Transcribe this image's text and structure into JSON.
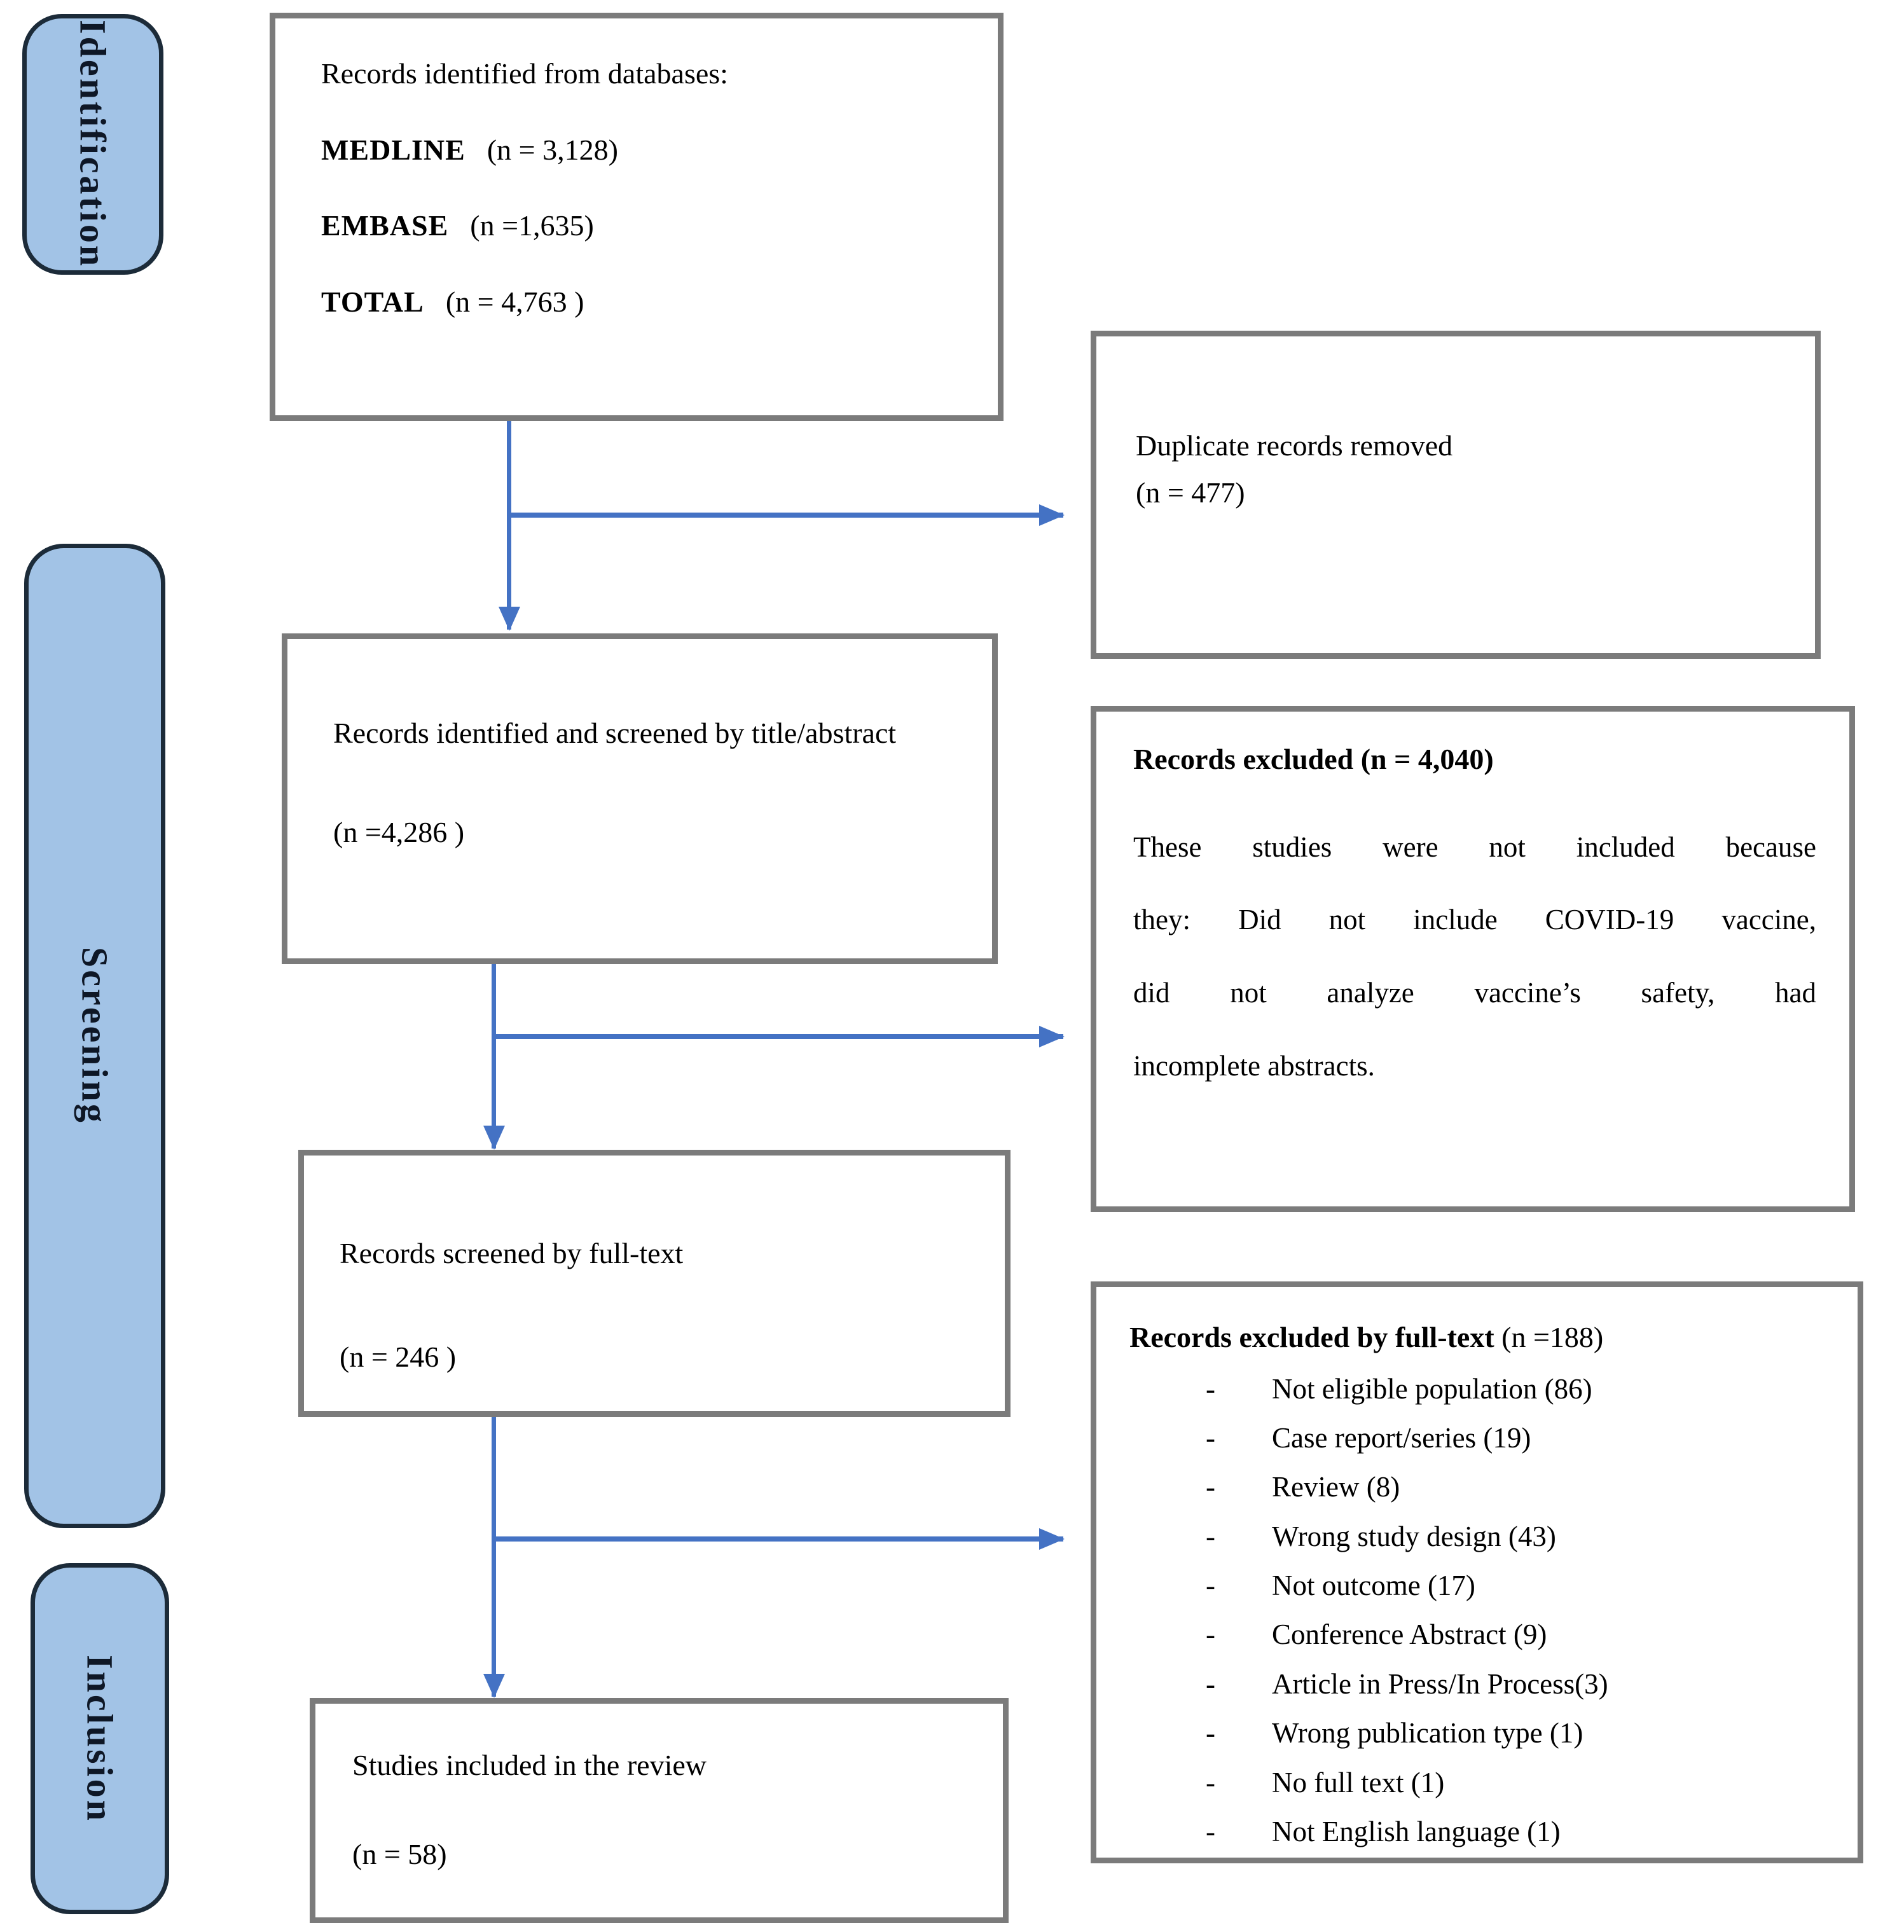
{
  "palette": {
    "arrow_blue": "#4472C4",
    "stage_fill": "#A2C3E6",
    "stage_border": "#1C2B39",
    "box_border": "#7B7B7B",
    "text": "#000000"
  },
  "stages": [
    {
      "label": "Identification"
    },
    {
      "label": "Screening"
    },
    {
      "label": "Inclusion"
    }
  ],
  "boxes": {
    "identified": {
      "title": "Records identified from databases:",
      "rows": [
        {
          "db": "MEDLINE",
          "n": "(n = 3,128)"
        },
        {
          "db": "EMBASE",
          "n": "(n =1,635)"
        },
        {
          "db": "TOTAL",
          "n": "(n = 4,763 )"
        }
      ]
    },
    "duplicates": {
      "line1": "Duplicate records removed",
      "line2": "(n = 477)"
    },
    "screened_title_abstract": {
      "line1": "Records identified and screened by title/abstract",
      "line2": "(n =4,286 )"
    },
    "excluded_abstract": {
      "title": "Records excluded (n = 4,040)",
      "body_lines": [
        "These studies were not included because",
        "they: Did not include COVID-19 vaccine,",
        "did not analyze vaccine’s safety, had",
        "incomplete abstracts."
      ]
    },
    "screened_fulltext": {
      "line1": "Records screened by full-text",
      "line2": "(n = 246 )"
    },
    "excluded_fulltext": {
      "title_bold": "Records excluded by full-text",
      "title_rest": " (n =188)",
      "bullet": "-",
      "items": [
        "Not eligible population (86)",
        "Case report/series (19)",
        "Review (8)",
        "Wrong study design (43)",
        "Not outcome (17)",
        "Conference Abstract (9)",
        "Article in Press/In Process(3)",
        "Wrong publication type (1)",
        "No full text (1)",
        "Not English language (1)"
      ]
    },
    "included": {
      "line1": "Studies included in the review",
      "line2": "(n = 58)"
    }
  }
}
